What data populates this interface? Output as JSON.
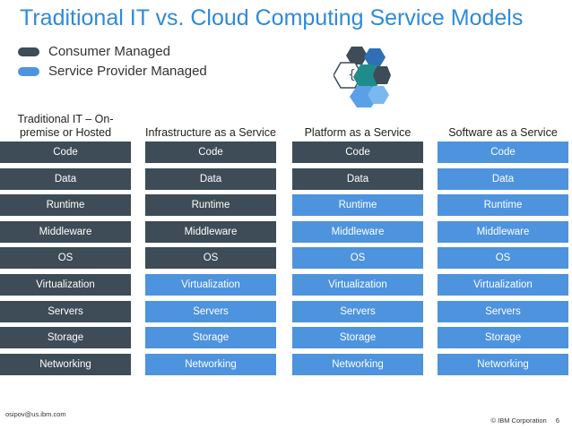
{
  "title": "Traditional IT vs. Cloud Computing Service Models",
  "legend": {
    "consumer": {
      "label": "Consumer Managed",
      "color": "#3d4c56"
    },
    "provider": {
      "label": "Service Provider Managed",
      "color": "#4e93de"
    }
  },
  "columns": [
    {
      "heading": "Traditional IT – On-premise or Hosted",
      "layers": [
        {
          "label": "Code",
          "managed": "consumer"
        },
        {
          "label": "Data",
          "managed": "consumer"
        },
        {
          "label": "Runtime",
          "managed": "consumer"
        },
        {
          "label": "Middleware",
          "managed": "consumer"
        },
        {
          "label": "OS",
          "managed": "consumer"
        },
        {
          "label": "Virtualization",
          "managed": "consumer"
        },
        {
          "label": "Servers",
          "managed": "consumer"
        },
        {
          "label": "Storage",
          "managed": "consumer"
        },
        {
          "label": "Networking",
          "managed": "consumer"
        }
      ]
    },
    {
      "heading": "Infrastructure as a Service",
      "layers": [
        {
          "label": "Code",
          "managed": "consumer"
        },
        {
          "label": "Data",
          "managed": "consumer"
        },
        {
          "label": "Runtime",
          "managed": "consumer"
        },
        {
          "label": "Middleware",
          "managed": "consumer"
        },
        {
          "label": "OS",
          "managed": "consumer"
        },
        {
          "label": "Virtualization",
          "managed": "provider"
        },
        {
          "label": "Servers",
          "managed": "provider"
        },
        {
          "label": "Storage",
          "managed": "provider"
        },
        {
          "label": "Networking",
          "managed": "provider"
        }
      ]
    },
    {
      "heading": "Platform as a Service",
      "layers": [
        {
          "label": "Code",
          "managed": "consumer"
        },
        {
          "label": "Data",
          "managed": "consumer"
        },
        {
          "label": "Runtime",
          "managed": "provider"
        },
        {
          "label": "Middleware",
          "managed": "provider"
        },
        {
          "label": "OS",
          "managed": "provider"
        },
        {
          "label": "Virtualization",
          "managed": "provider"
        },
        {
          "label": "Servers",
          "managed": "provider"
        },
        {
          "label": "Storage",
          "managed": "provider"
        },
        {
          "label": "Networking",
          "managed": "provider"
        }
      ]
    },
    {
      "heading": "Software as a Service",
      "layers": [
        {
          "label": "Code",
          "managed": "provider"
        },
        {
          "label": "Data",
          "managed": "provider"
        },
        {
          "label": "Runtime",
          "managed": "provider"
        },
        {
          "label": "Middleware",
          "managed": "provider"
        },
        {
          "label": "OS",
          "managed": "provider"
        },
        {
          "label": "Virtualization",
          "managed": "provider"
        },
        {
          "label": "Servers",
          "managed": "provider"
        },
        {
          "label": "Storage",
          "managed": "provider"
        },
        {
          "label": "Networking",
          "managed": "provider"
        }
      ]
    }
  ],
  "footer": {
    "email": "osipov@us.ibm.com",
    "copyright": "© IBM Corporation",
    "page": "6"
  }
}
